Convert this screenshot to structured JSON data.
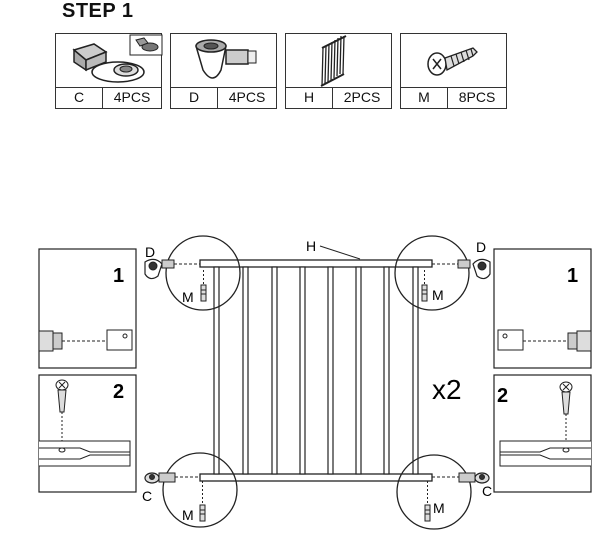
{
  "step_title": "STEP 1",
  "parts": [
    {
      "code": "C",
      "qty": "4PCS",
      "icon": "cup-bracket-icon"
    },
    {
      "code": "D",
      "qty": "4PCS",
      "icon": "wall-cup-icon"
    },
    {
      "code": "H",
      "qty": "2PCS",
      "icon": "gate-panel-icon"
    },
    {
      "code": "M",
      "qty": "8PCS",
      "icon": "screw-icon"
    }
  ],
  "labels": {
    "h": "H",
    "d_left": "D",
    "d_right": "D",
    "m_top_left": "M",
    "m_top_right": "M",
    "m_bottom_left": "M",
    "m_bottom_right": "M",
    "c_left": "C",
    "c_right": "C",
    "multiplier": "x2",
    "step_left_1": "1",
    "step_left_2": "2",
    "step_right_1": "1",
    "step_right_2": "2"
  }
}
